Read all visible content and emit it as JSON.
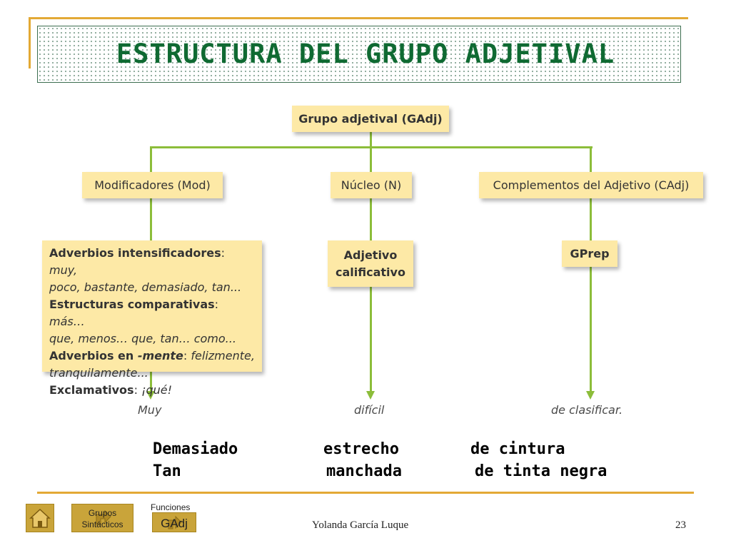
{
  "slide": {
    "title": "ESTRUCTURA DEL GRUPO ADJETIVAL"
  },
  "diagram": {
    "root": "Grupo adjetival (GAdj)",
    "branches": {
      "mod": "Modificadores (Mod)",
      "nucleo": "Núcleo (N)",
      "cadj": "Complementos del Adjetivo (CAdj)"
    },
    "details": {
      "mod": [
        {
          "bold": "Adverbios intensificadores",
          "rest": ": ",
          "italic": "muy,"
        },
        {
          "italic": "poco, bastante, demasiado, tan..."
        },
        {
          "bold": "Estructuras comparativas",
          "rest": ": ",
          "italic": "más…"
        },
        {
          "italic": "que, menos… que, tan… como..."
        },
        {
          "bold": "Adverbios en ",
          "bolditalic": "-mente",
          "rest": ": ",
          "italic": "felizmente,"
        },
        {
          "italic": "tranquilamente..."
        },
        {
          "bold": "Exclamativos",
          "rest": ": ",
          "italic": "¡qué!"
        }
      ],
      "nucleo_line1": "Adjetivo",
      "nucleo_line2": "calificativo",
      "cadj": "GPrep"
    },
    "examples": {
      "mod": "Muy",
      "nucleo": "difícil",
      "cadj": "de clasificar."
    }
  },
  "sentences": {
    "row1": {
      "mod": "Demasiado",
      "nucleo": "estrecho",
      "cadj": "de cintura"
    },
    "row2": {
      "mod": "Tan",
      "nucleo": "manchada",
      "cadj": "de tinta negra"
    }
  },
  "footer": {
    "btn_grupos_line1": "Grupos",
    "btn_grupos_line2": "Sintácticos",
    "btn_funciones_top": "Funciones",
    "btn_gadj": "GAdj",
    "author": "Yolanda García Luque",
    "page_number": "23"
  },
  "colors": {
    "title": "#0f6a32",
    "box_fill": "#fde9a6",
    "connector": "#8cbd3a",
    "frame": "#e3a935"
  }
}
